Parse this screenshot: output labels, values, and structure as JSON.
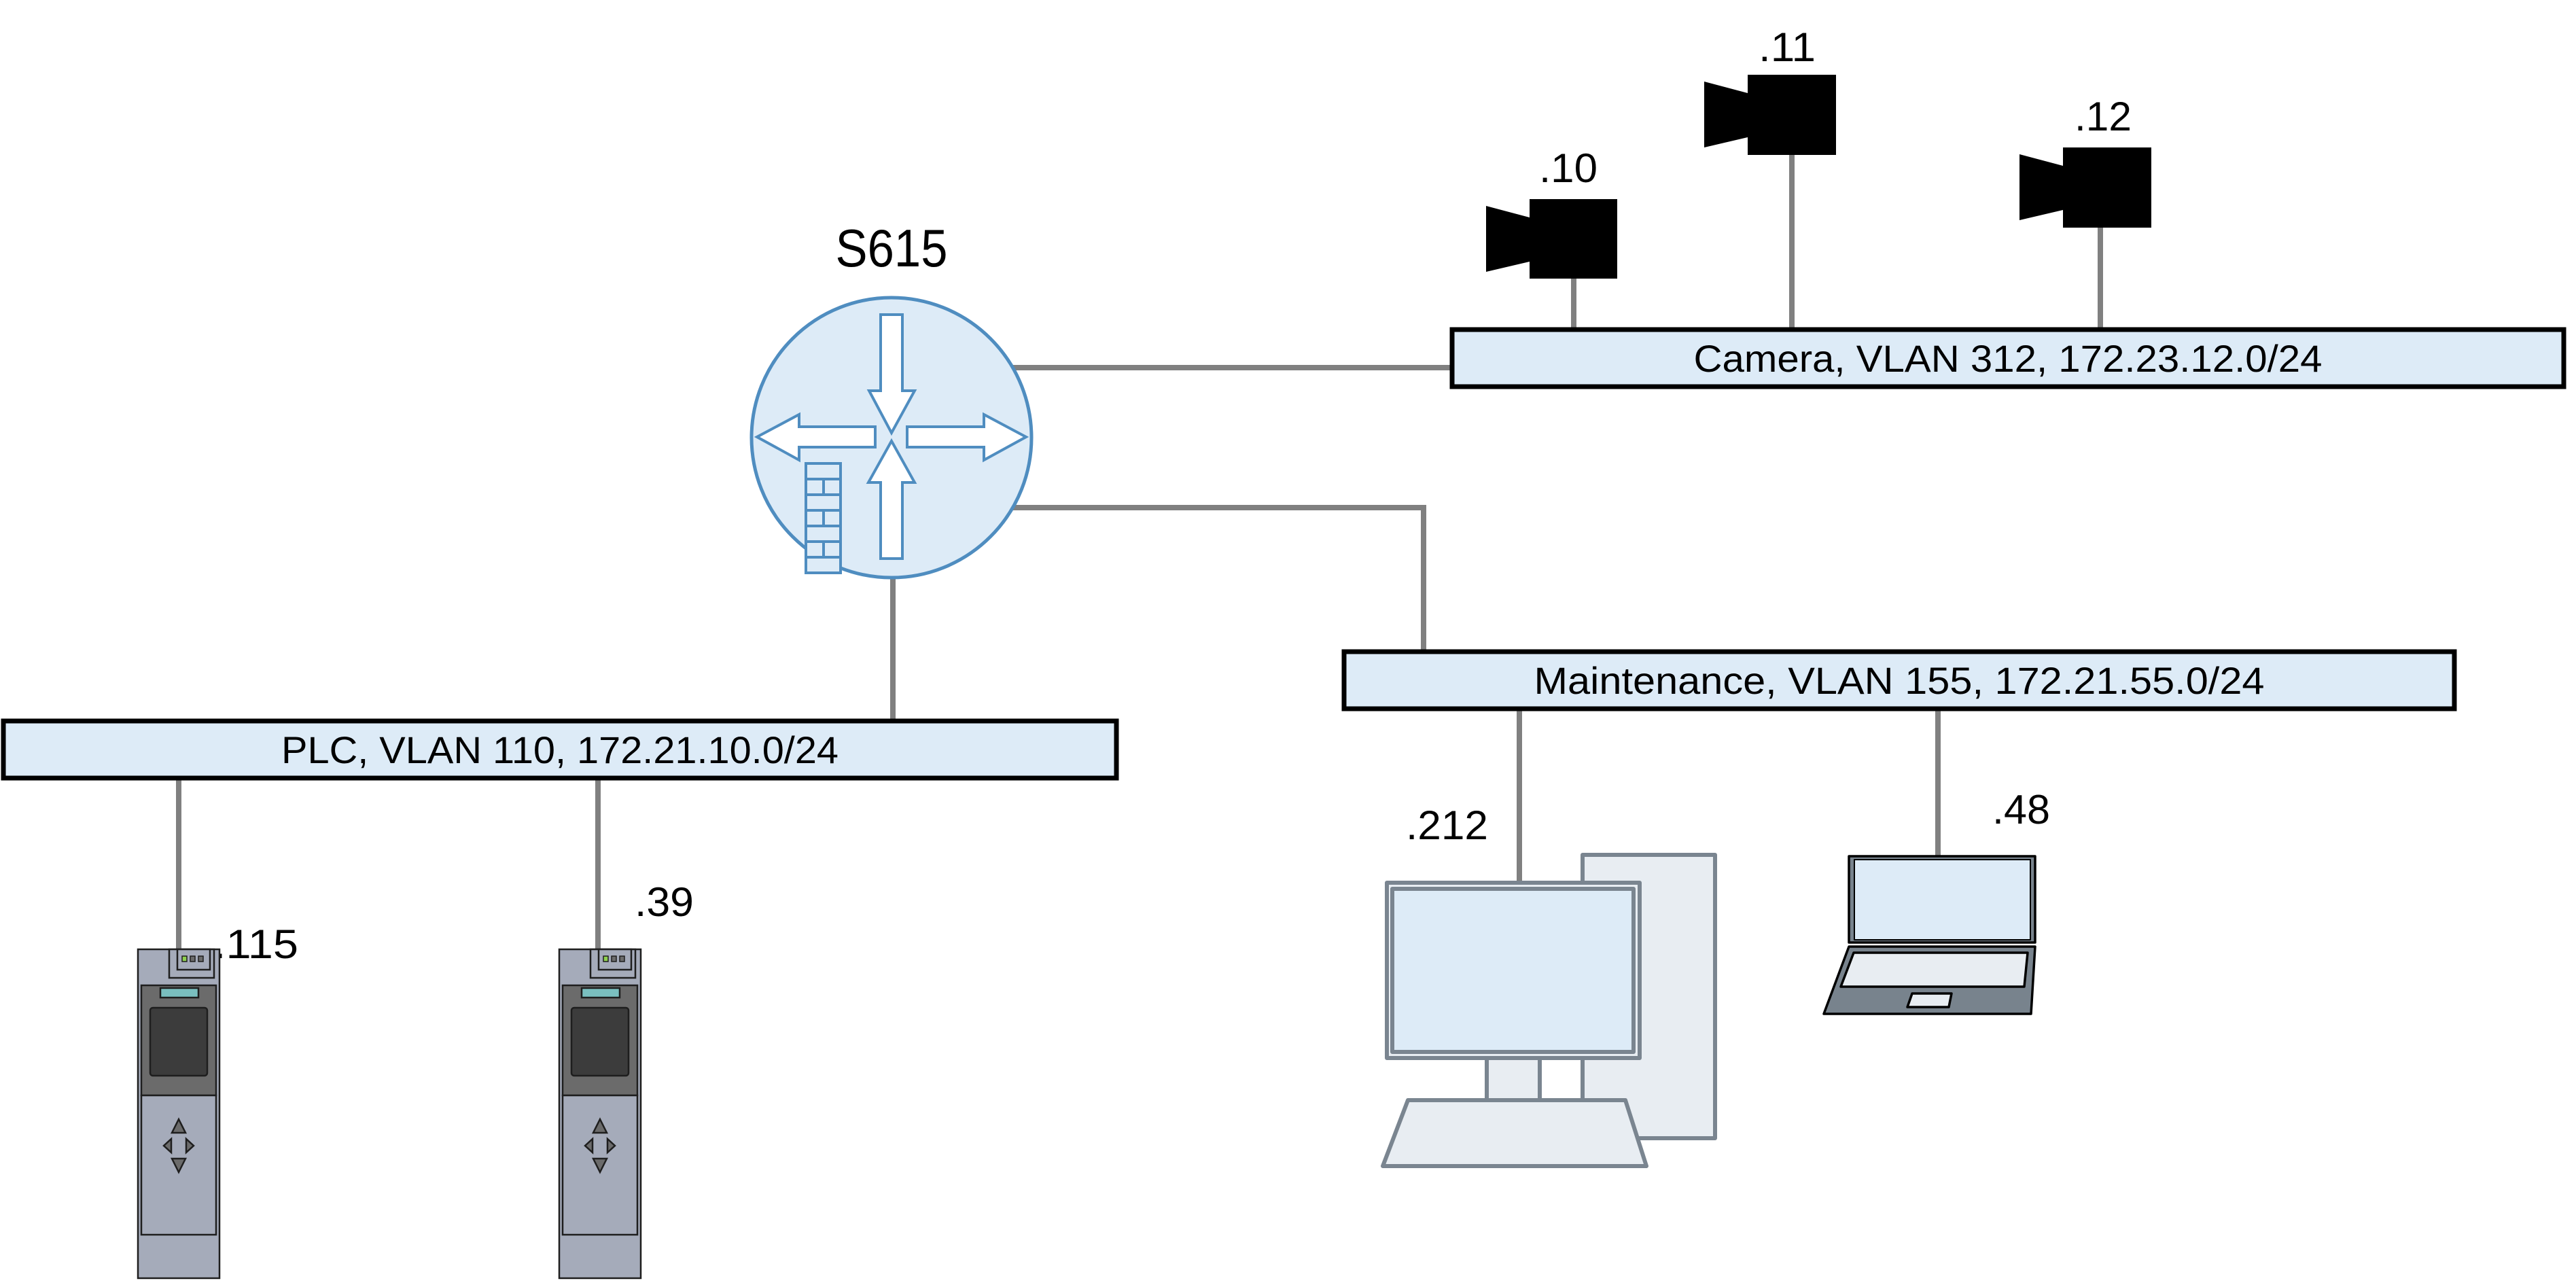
{
  "router": {
    "name": "S615",
    "icon": "router-firewall-icon",
    "fill": "#DDEBF7",
    "stroke": "#4F8DC0"
  },
  "colors": {
    "segment_fill": "#DDEBF7",
    "segment_stroke": "#000000",
    "wire": "#808080",
    "camera": "#000000",
    "plc_body": "#A5ABBA",
    "plc_panel": "#6B6B6B",
    "plc_display": "#3C3C3C",
    "plc_led_bar": "#7ABFBF",
    "plc_led_active": "#8FD14F",
    "pc_stroke": "#7A8590",
    "pc_fill": "#E8EDF2",
    "screen_fill": "#DDEBF7",
    "laptop_body": "#78838D"
  },
  "segments": {
    "camera": {
      "label": "Camera, VLAN 312, 172.23.12.0/24",
      "name": "Camera",
      "vlan": 312,
      "subnet": "172.23.12.0/24"
    },
    "maintenance": {
      "label": "Maintenance, VLAN 155, 172.21.55.0/24",
      "name": "Maintenance",
      "vlan": 155,
      "subnet": "172.21.55.0/24"
    },
    "plc": {
      "label": "PLC, VLAN 110, 172.21.10.0/24",
      "name": "PLC",
      "vlan": 110,
      "subnet": "172.21.10.0/24"
    }
  },
  "devices": {
    "cameras": [
      {
        "type": "camera",
        "host": ".10",
        "icon": "camera-icon"
      },
      {
        "type": "camera",
        "host": ".11",
        "icon": "camera-icon"
      },
      {
        "type": "camera",
        "host": ".12",
        "icon": "camera-icon"
      }
    ],
    "plcs": [
      {
        "type": "plc",
        "host": ".115",
        "icon": "plc-icon"
      },
      {
        "type": "plc",
        "host": ".39",
        "icon": "plc-icon"
      }
    ],
    "maintenance": [
      {
        "type": "desktop",
        "host": ".212",
        "icon": "desktop-pc-icon"
      },
      {
        "type": "laptop",
        "host": ".48",
        "icon": "laptop-icon"
      }
    ]
  }
}
